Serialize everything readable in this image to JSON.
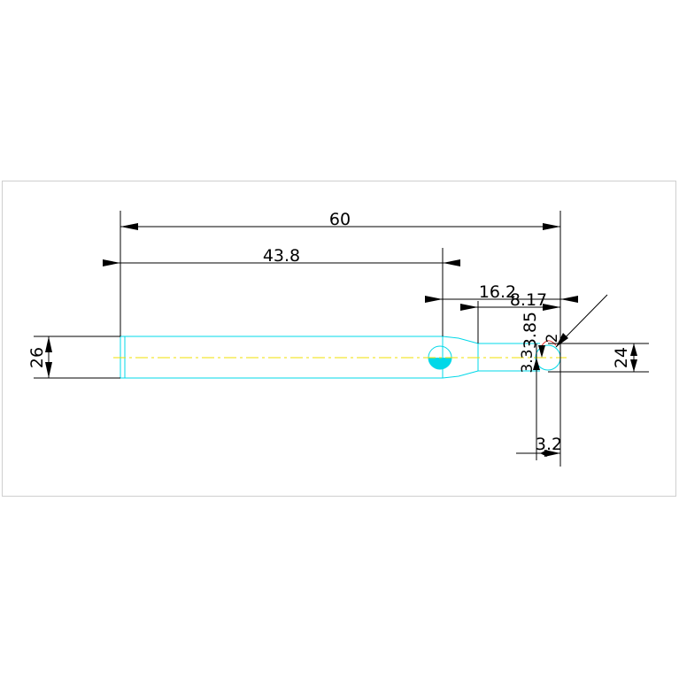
{
  "drawing": {
    "colors": {
      "dimension": "#000000",
      "part_outline": "#00d8e8",
      "centerline": "#f0e000",
      "detail_mark": "#e03030",
      "frame": "#cfcfcf"
    },
    "dimensions": {
      "overall_length": "60",
      "body_length": "43.8",
      "tip_length": "16.2",
      "neck_length": "8.17",
      "shank_diameter": "26",
      "neck_diameter": "3.85",
      "tip_diameter": "3.3",
      "ball_radius": "2",
      "ball_diameter": "24",
      "ball_width": "3.2"
    }
  }
}
